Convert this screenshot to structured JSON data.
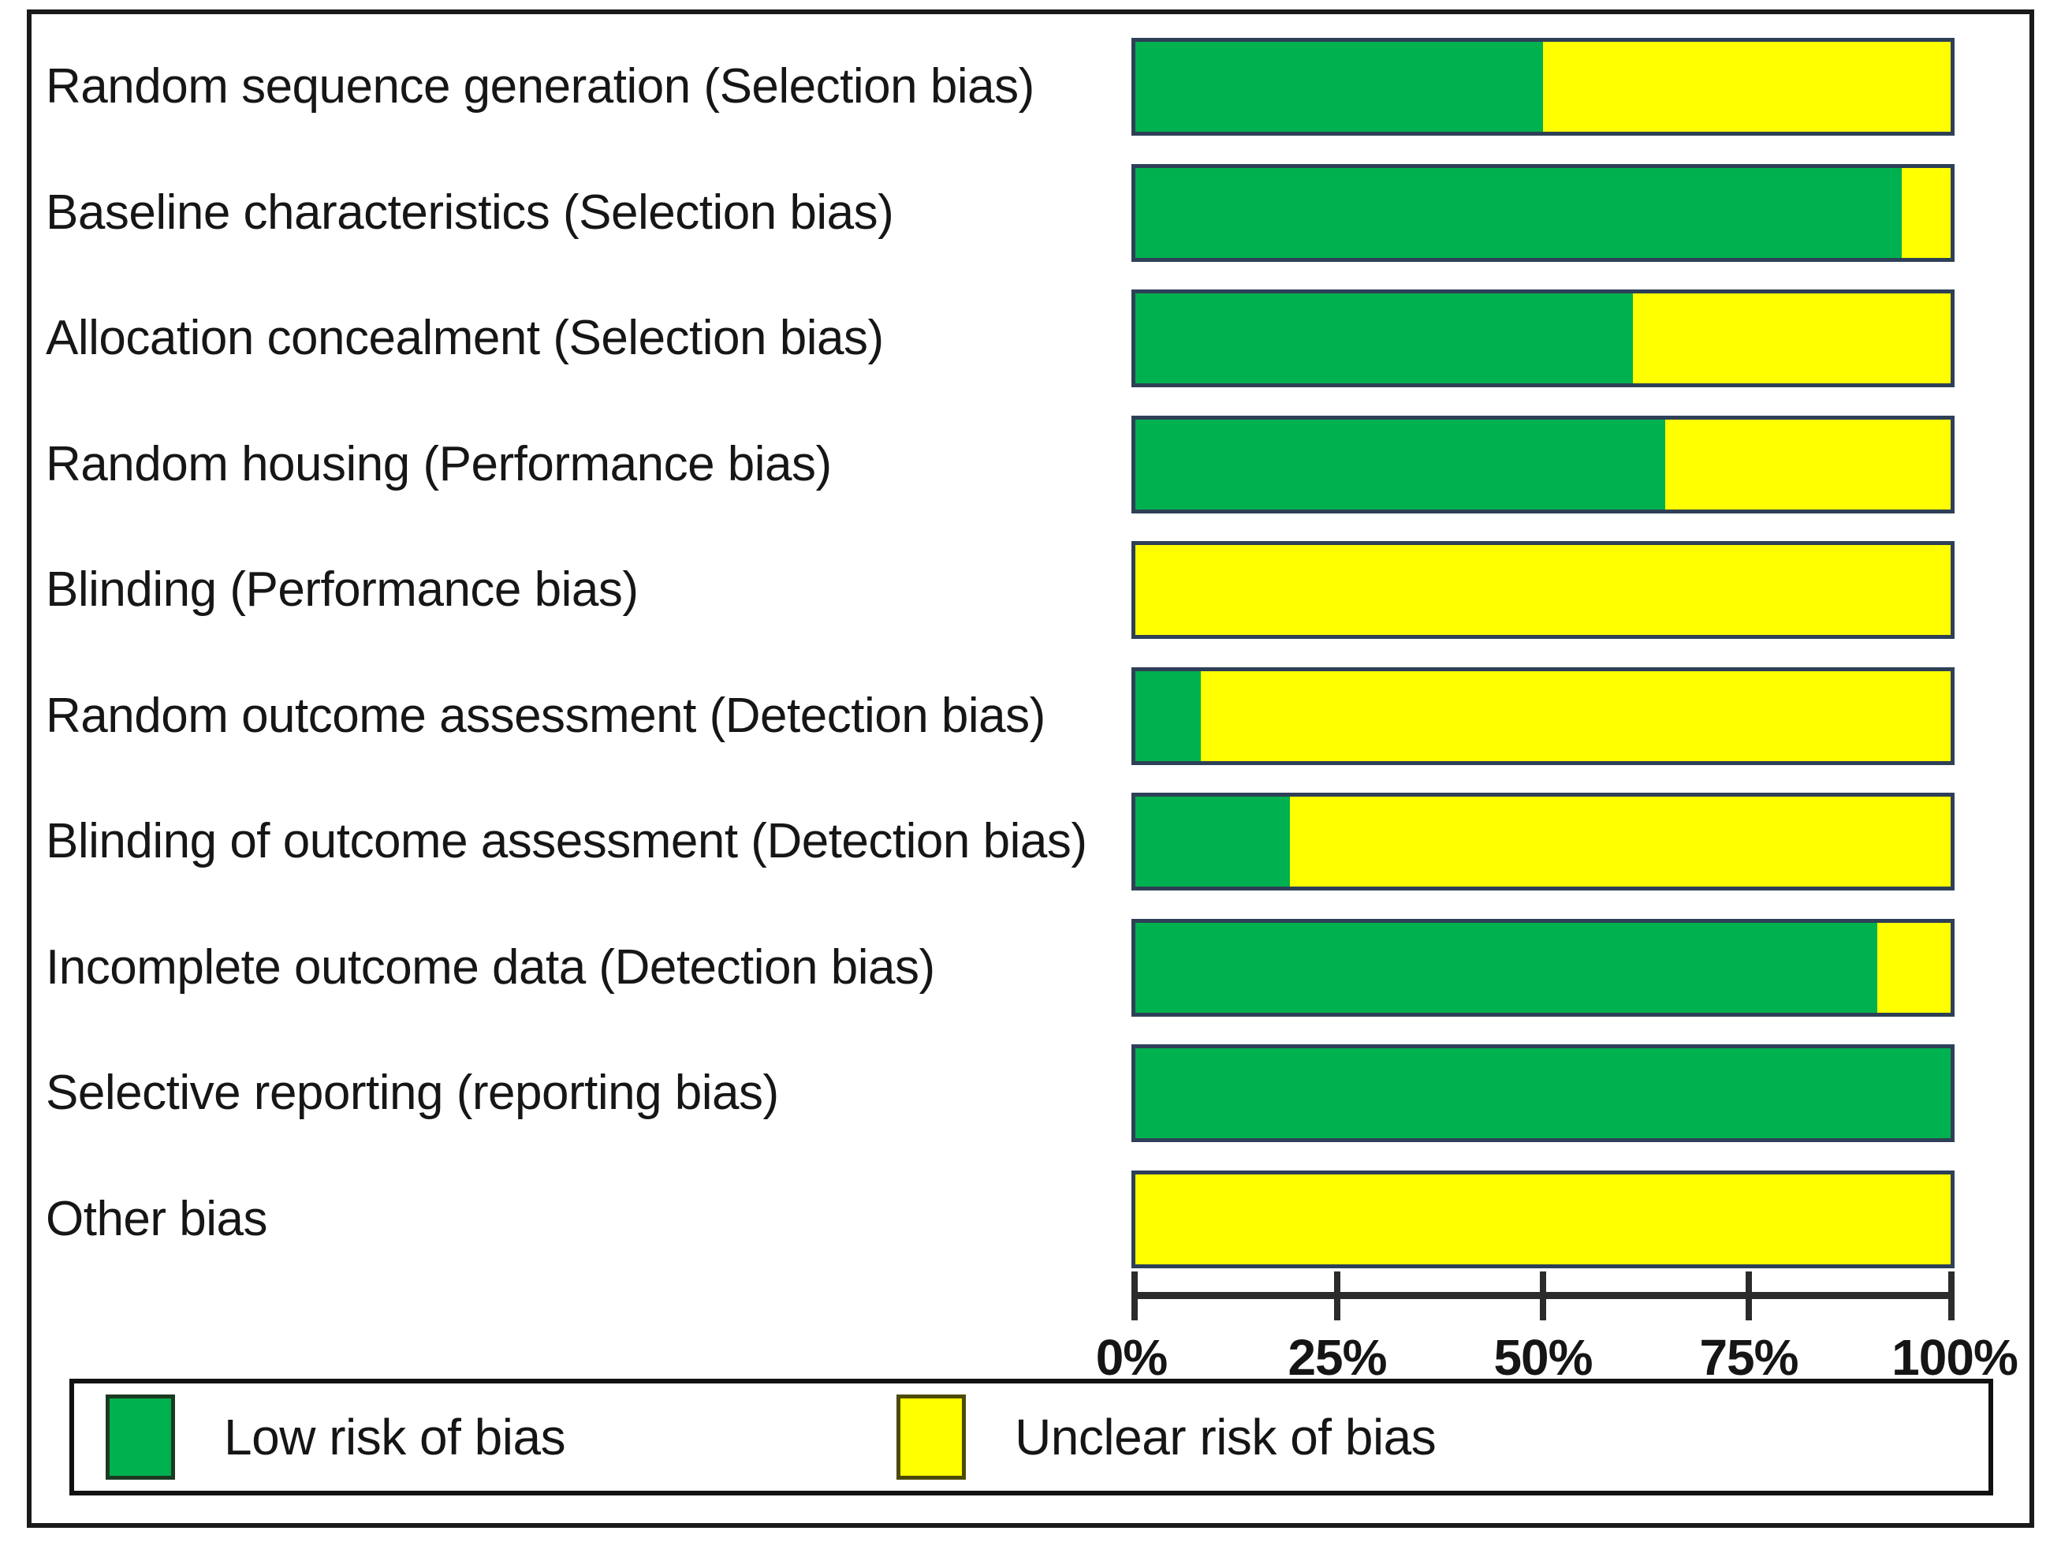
{
  "chart_data": {
    "type": "bar",
    "orientation": "horizontal",
    "stacked": true,
    "title": "",
    "subtitle": "",
    "xlabel": "",
    "ylabel": "",
    "xlim": [
      0,
      100
    ],
    "grid": false,
    "legend_position": "bottom",
    "categories": [
      "Random sequence generation (Selection bias)",
      "Baseline characteristics (Selection bias)",
      "Allocation concealment (Selection bias)",
      "Random housing (Performance bias)",
      "Blinding (Performance bias)",
      "Random outcome assessment (Detection bias)",
      "Blinding of outcome assessment (Detection bias)",
      "Incomplete outcome data (Detection bias)",
      "Selective reporting (reporting bias)",
      "Other bias"
    ],
    "series": [
      {
        "name": "Low risk of bias",
        "color": "#00b14f",
        "values": [
          50,
          94,
          61,
          65,
          0,
          8,
          19,
          91,
          100,
          0
        ]
      },
      {
        "name": "Unclear risk of bias",
        "color": "#ffff00",
        "values": [
          50,
          6,
          39,
          35,
          100,
          92,
          81,
          9,
          0,
          100
        ]
      }
    ],
    "xticks": [
      0,
      25,
      50,
      75,
      100
    ],
    "xticklabels": [
      "0%",
      "25%",
      "50%",
      "75%",
      "100%"
    ]
  },
  "legend": {
    "items": [
      {
        "label": "Low risk of bias",
        "color": "#00b14f",
        "swatch_name": "legend-swatch-low-risk"
      },
      {
        "label": "Unclear risk of bias",
        "color": "#ffff00",
        "swatch_name": "legend-swatch-unclear-risk"
      }
    ]
  },
  "colors": {
    "low_risk": "#00b14f",
    "unclear_risk": "#ffff00",
    "bar_border": "#2e4057",
    "frame": "#1a1a1a",
    "axis": "#2b2b2b",
    "text": "#151515"
  }
}
